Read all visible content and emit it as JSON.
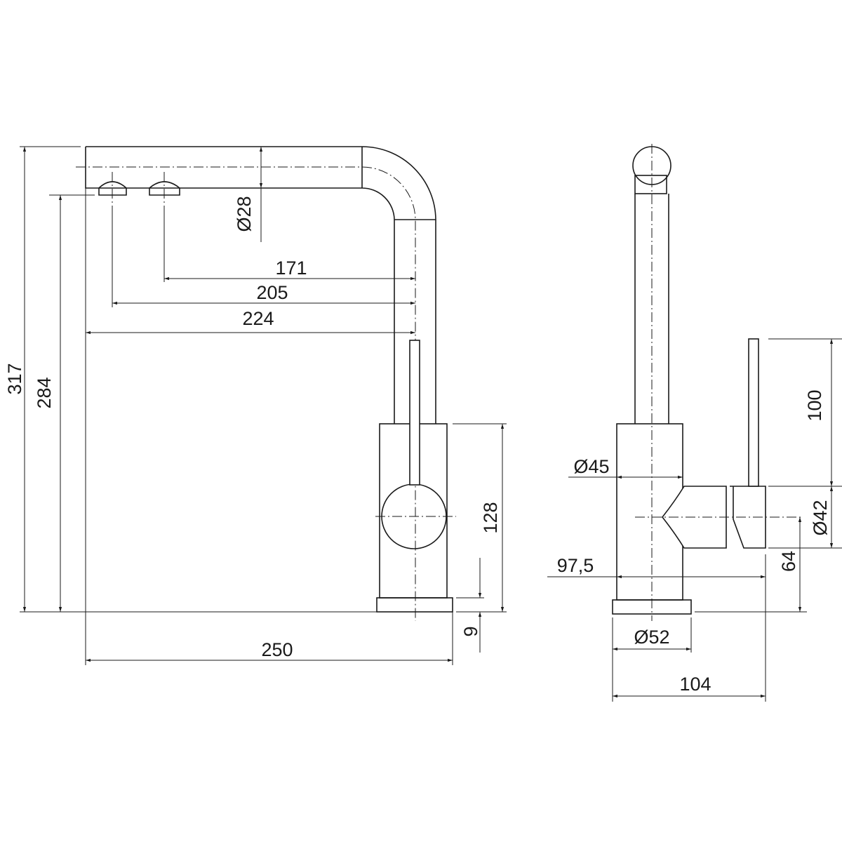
{
  "side_view": {
    "dims": {
      "total_height": "317",
      "spout_height": "284",
      "spout_diameter": "Ø28",
      "reach_1": "171",
      "reach_2": "205",
      "reach_3": "224",
      "total_length": "250",
      "body_height": "128",
      "base_height": "9"
    }
  },
  "front_view": {
    "dims": {
      "lever_height": "100",
      "body_diameter": "Ø45",
      "handle_diameter": "Ø42",
      "depth": "97,5",
      "handle_height": "64",
      "base_diameter": "Ø52",
      "total_depth": "104"
    }
  },
  "colors": {
    "line": "#1a1a1a",
    "background": "#ffffff"
  }
}
